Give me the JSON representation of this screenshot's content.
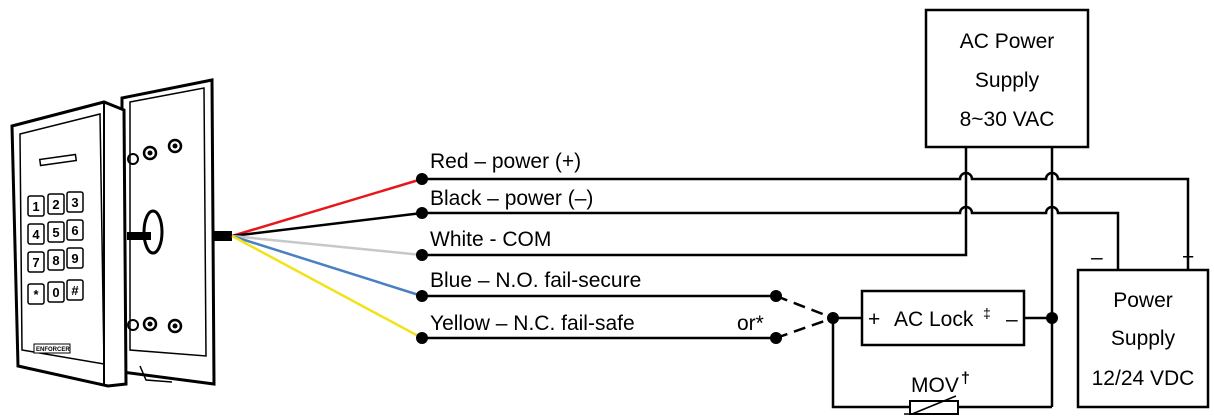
{
  "wires": [
    {
      "label": "Red – power (+)",
      "color": "#e8161b"
    },
    {
      "label": "Black – power (–)",
      "color": "#000000"
    },
    {
      "label": "White - COM",
      "color": "#c8c8c8"
    },
    {
      "label": "Blue – N.O. fail-secure",
      "color": "#4a80c0"
    },
    {
      "label": "Yellow – N.C. fail-safe",
      "color": "#f2e21a"
    }
  ],
  "or_label": "or*",
  "ac_supply": {
    "line1": "AC Power",
    "line2": "Supply",
    "line3": "8~30 VAC"
  },
  "dc_supply": {
    "line1": "Power",
    "line2": "Supply",
    "line3": "12/24 VDC",
    "minus": "–",
    "plus": "+"
  },
  "lock": {
    "plus": "+",
    "label": "AC Lock",
    "mark": "‡",
    "minus": "–"
  },
  "mov": {
    "label": "MOV",
    "mark": "†"
  },
  "keypad": {
    "brand": "ENFORCER",
    "keys": [
      "1",
      "2",
      "3",
      "4",
      "5",
      "6",
      "7",
      "8",
      "9",
      "*",
      "0",
      "#"
    ]
  }
}
